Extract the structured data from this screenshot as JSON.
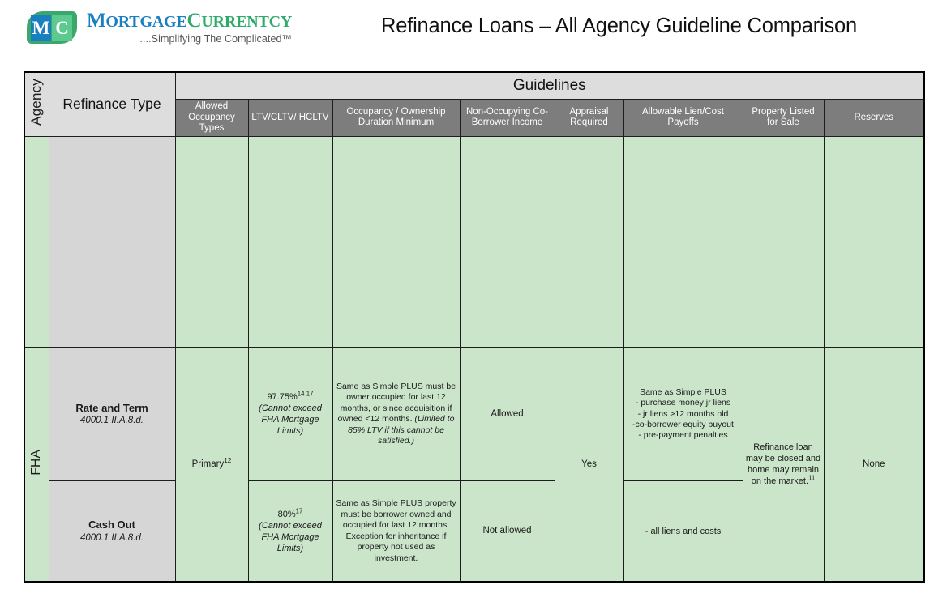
{
  "header": {
    "logo": {
      "letter_m": "M",
      "letter_c": "C",
      "brand_part1": "Mortgage",
      "brand_part2": "Currentcy",
      "tagline": "....Simplifying The Complicated™"
    },
    "document_title": "Refinance Loans – All Agency Guideline Comparison"
  },
  "table": {
    "group_header": "Guidelines",
    "agency_header": "Agency",
    "refinance_type_header": "Refinance Type",
    "columns": [
      "Allowed Occupancy Types",
      "LTV/CLTV/ HCLTV",
      "Occupancy / Ownership Duration Minimum",
      "Non-Occupying Co-Borrower Income",
      "Appraisal Required",
      "Allowable Lien/Cost Payoffs",
      "Property Listed for Sale",
      "Reserves"
    ],
    "rows": [
      {
        "agency": "",
        "type_name": "",
        "type_cite": "",
        "occupancy_types": "",
        "ltv": "",
        "ltv_note": "",
        "duration": "",
        "duration_note": "",
        "nonocc": "",
        "appraisal": "",
        "payoffs": "",
        "listed": "",
        "reserves": ""
      },
      {
        "agency": "FHA",
        "type_name": "Rate and Term",
        "type_cite": "4000.1  II.A.8.d.",
        "occupancy_types": "Primary",
        "occupancy_types_sup": "12",
        "ltv": "97.75%",
        "ltv_sup": "14  17",
        "ltv_note": "(Cannot exceed FHA Mortgage Limits)",
        "duration": "Same as Simple PLUS must be owner occupied for last 12 months, or since acquisition if owned <12 months. ",
        "duration_note": "(Limited to 85% LTV if this cannot be satisfied.)",
        "nonocc": "Allowed",
        "appraisal": "Yes",
        "payoffs": "Same as Simple PLUS\n- purchase money jr liens\n- jr liens >12 months old\n-co-borrower equity buyout\n- pre-payment penalties",
        "listed": "Refinance loan may be closed and home may remain on the market.",
        "listed_sup": "11",
        "reserves": "None"
      },
      {
        "agency": "FHA",
        "type_name": "Cash Out",
        "type_cite": "4000.1  II.A.8.d.",
        "occupancy_types": "",
        "ltv": "80%",
        "ltv_sup": "17",
        "ltv_note": "(Cannot exceed FHA Mortgage Limits)",
        "duration": "Same as Simple PLUS property must be borrower owned and occupied for last 12 months.  Exception for inheritance if property not used as investment.",
        "duration_note": "",
        "nonocc": "Not allowed",
        "appraisal": "",
        "payoffs": "- all liens and costs",
        "listed": "",
        "reserves": ""
      }
    ]
  },
  "colors": {
    "brand_blue": "#1a7fc1",
    "brand_green": "#2faa6b",
    "row_green": "#cbe5cb",
    "header_dark": "#7d7d7d",
    "header_light": "#dddddd",
    "type_grey": "#d6d6d6"
  }
}
